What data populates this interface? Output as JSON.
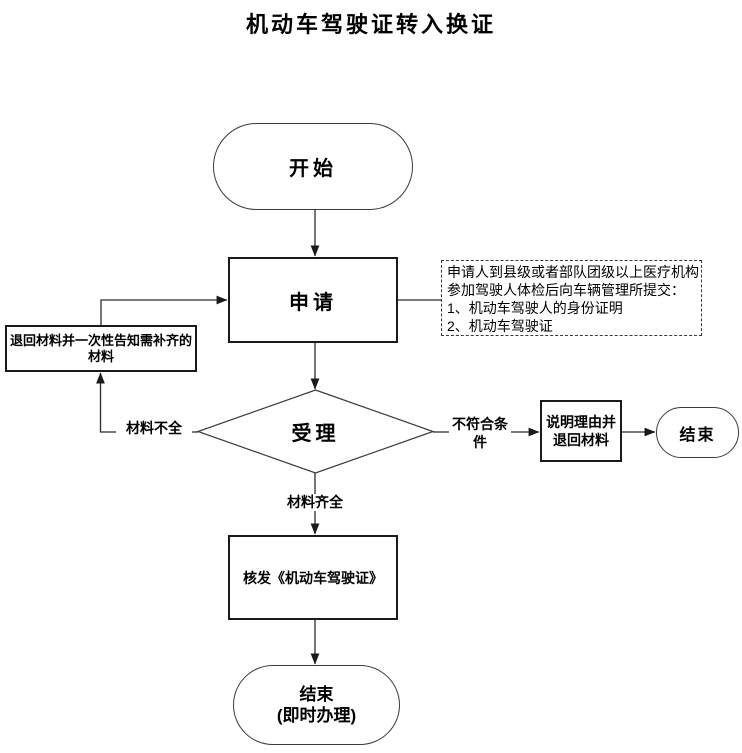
{
  "title": "机动车驾驶证转入换证",
  "nodes": {
    "start": {
      "label": "开始"
    },
    "apply": {
      "label": "申请"
    },
    "note": {
      "lines": [
        "申请人到县级或者部队团级以上医疗机构",
        "参加驾驶人体检后向车辆管理所提交：",
        "1、机动车驾驶人的身份证明",
        "2、机动车驾驶证"
      ]
    },
    "return_materials": {
      "lines": [
        "退回材料并一次性告知需补齐的",
        "材料"
      ]
    },
    "accept": {
      "label": "受理"
    },
    "explain": {
      "lines": [
        "说明理由并",
        "退回材料"
      ]
    },
    "end_right": {
      "label": "结束"
    },
    "issue": {
      "label": "核发《机动车驾驶证》"
    },
    "end_bottom": {
      "lines": [
        "结束",
        "(即时办理)"
      ]
    }
  },
  "edge_labels": {
    "materials_incomplete": "材料不全",
    "not_qualified": "不符合条件",
    "materials_complete": "材料齐全"
  },
  "colors": {
    "line": "#2b2b2b",
    "shape_border": "#1a1a1a",
    "background": "#ffffff",
    "text": "#000000"
  }
}
